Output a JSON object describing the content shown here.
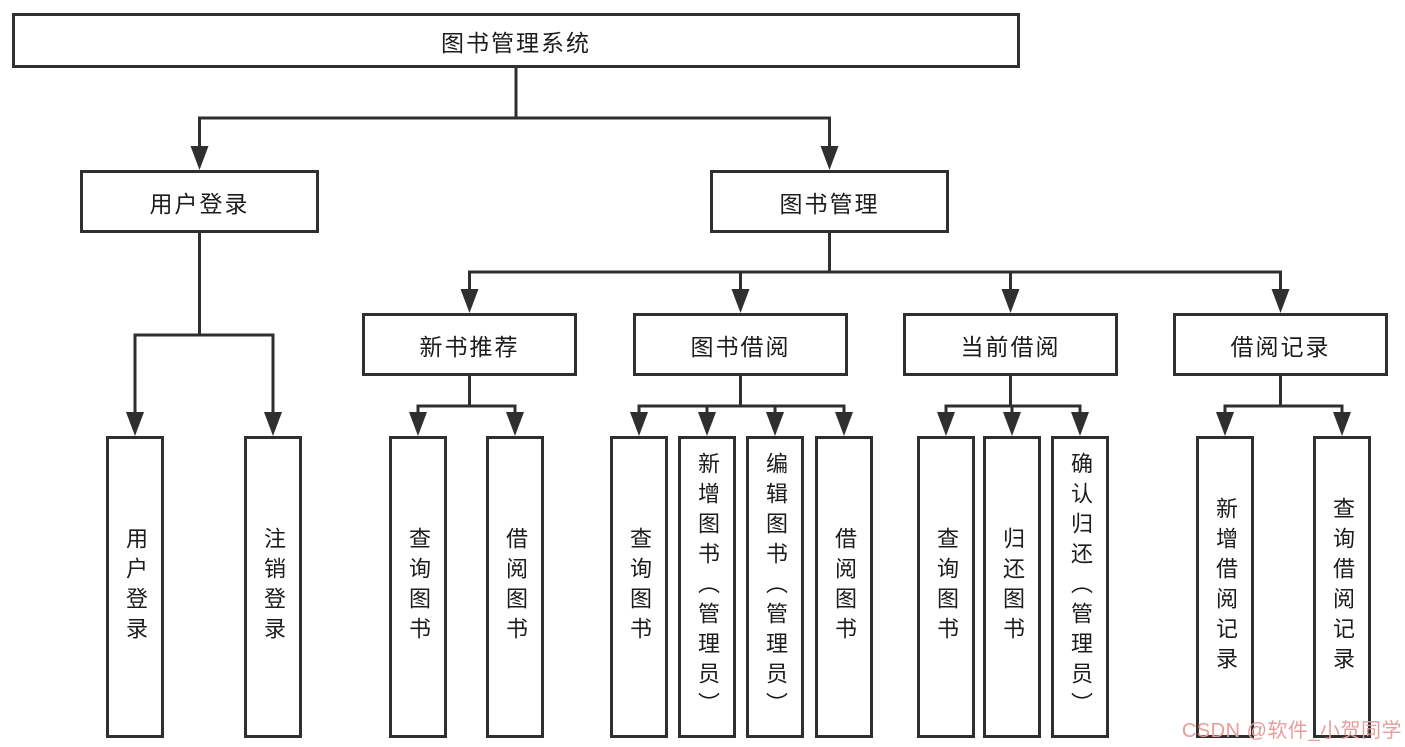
{
  "diagram": {
    "title": "图书管理系统",
    "root": {
      "label": "图书管理系统"
    },
    "level2": [
      {
        "label": "用户登录",
        "children": [
          {
            "label": "用户登录"
          },
          {
            "label": "注销登录"
          }
        ]
      },
      {
        "label": "图书管理",
        "children": [
          {
            "label": "新书推荐",
            "children": [
              {
                "label": "查询图书"
              },
              {
                "label": "借阅图书"
              }
            ]
          },
          {
            "label": "图书借阅",
            "children": [
              {
                "label": "查询图书"
              },
              {
                "label": "新增图书（管理员）"
              },
              {
                "label": "编辑图书（管理员）"
              },
              {
                "label": "借阅图书"
              }
            ]
          },
          {
            "label": "当前借阅",
            "children": [
              {
                "label": "查询图书"
              },
              {
                "label": "归还图书"
              },
              {
                "label": "确认归还（管理员）"
              }
            ]
          },
          {
            "label": "借阅记录",
            "children": [
              {
                "label": "新增借阅记录"
              },
              {
                "label": "查询借阅记录"
              }
            ]
          }
        ]
      }
    ]
  },
  "watermark": {
    "text": "CSDN @软件_小贺同学",
    "color": "#e89c9c"
  },
  "colors": {
    "line": "#2f2f2f",
    "box_border": "#2f2f2f",
    "box_background": "#ffffff",
    "text": "#1c1c1c",
    "page_background": "#ffffff"
  }
}
